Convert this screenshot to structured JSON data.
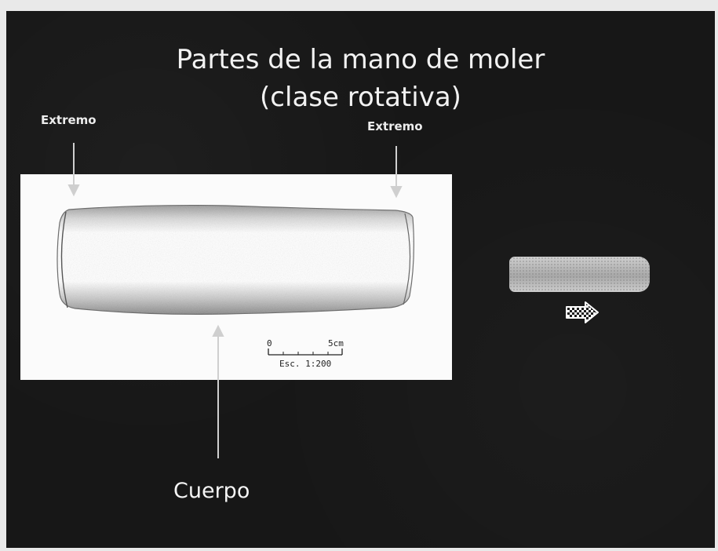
{
  "slide": {
    "title_line1": "Partes de la mano de moler",
    "title_line2": "(clase rotativa)",
    "label_extremo_left": "Extremo",
    "label_extremo_right": "Extremo",
    "label_cuerpo": "Cuerpo",
    "scale_zero": "0",
    "scale_max": "5cm",
    "scale_ratio": "Esc. 1:200",
    "nav_icon": "checkered-arrow-icon"
  },
  "colors": {
    "background": "#171717",
    "text": "#f2f2f2",
    "figure_panel": "#fbfbfb"
  }
}
